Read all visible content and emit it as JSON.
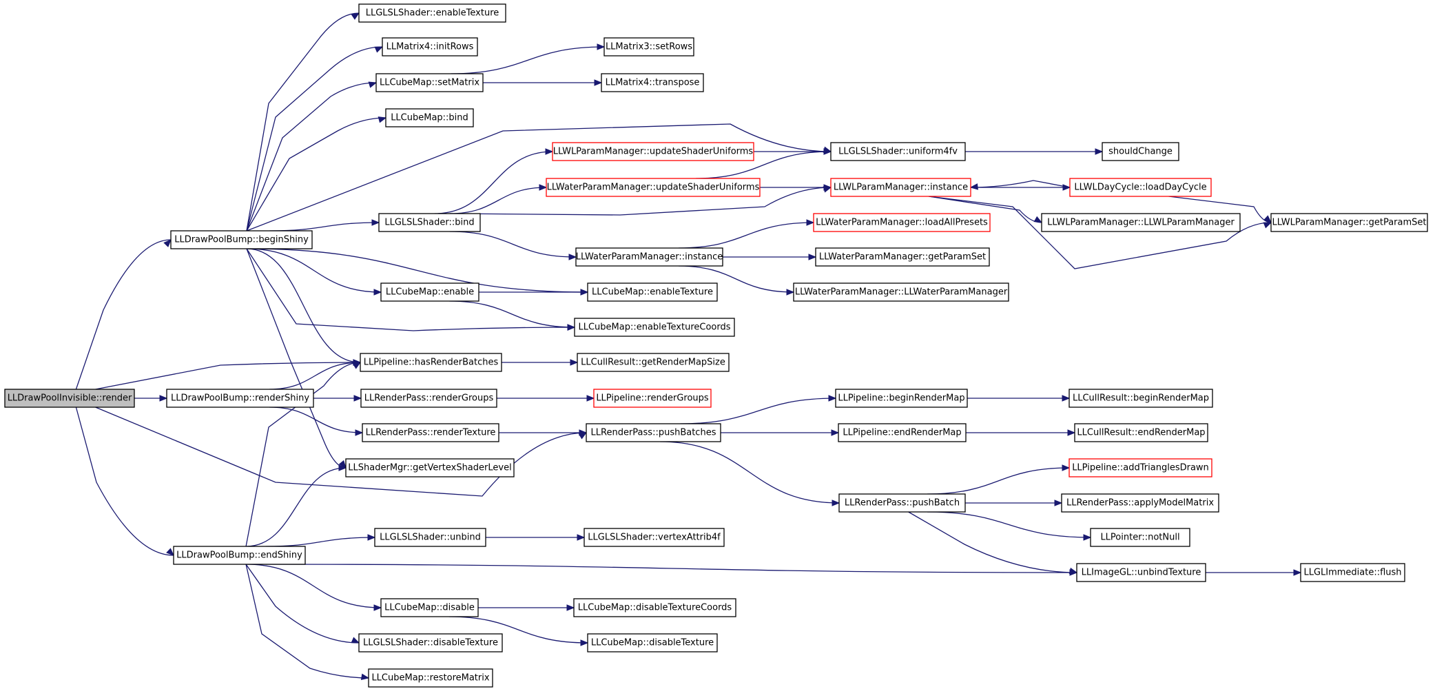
{
  "diagram": {
    "nodes": [
      {
        "id": "root",
        "label": "LLDrawPoolInvisible::render",
        "style": "root"
      },
      {
        "id": "beginShiny",
        "label": "LLDrawPoolBump::beginShiny"
      },
      {
        "id": "renderShiny",
        "label": "LLDrawPoolBump::renderShiny"
      },
      {
        "id": "endShiny",
        "label": "LLDrawPoolBump::endShiny"
      },
      {
        "id": "gl_enableTexture",
        "label": "LLGLSLShader::enableTexture"
      },
      {
        "id": "m4_initRows",
        "label": "LLMatrix4::initRows"
      },
      {
        "id": "cm_setMatrix",
        "label": "LLCubeMap::setMatrix"
      },
      {
        "id": "m3_setRows",
        "label": "LLMatrix3::setRows"
      },
      {
        "id": "m4_transpose",
        "label": "LLMatrix4::transpose"
      },
      {
        "id": "cm_bind",
        "label": "LLCubeMap::bind"
      },
      {
        "id": "wlpm_updateShaderUniforms",
        "label": "LLWLParamManager::updateShaderUniforms",
        "style": "red"
      },
      {
        "id": "gl_uniform4fv",
        "label": "LLGLSLShader::uniform4fv"
      },
      {
        "id": "shouldChange",
        "label": "shouldChange"
      },
      {
        "id": "wpm_updateShaderUniforms",
        "label": "LLWaterParamManager::updateShaderUniforms",
        "style": "red"
      },
      {
        "id": "wlpm_instance",
        "label": "LLWLParamManager::instance",
        "style": "red"
      },
      {
        "id": "wldc_loadDayCycle",
        "label": "LLWLDayCycle::loadDayCycle",
        "style": "red"
      },
      {
        "id": "gl_bind",
        "label": "LLGLSLShader::bind"
      },
      {
        "id": "wlpm_ctor",
        "label": "LLWLParamManager::LLWLParamManager"
      },
      {
        "id": "wlpm_getParamSet",
        "label": "LLWLParamManager::getParamSet"
      },
      {
        "id": "wpm_loadAllPresets",
        "label": "LLWaterParamManager::loadAllPresets",
        "style": "red"
      },
      {
        "id": "wpm_instance",
        "label": "LLWaterParamManager::instance"
      },
      {
        "id": "wpm_getParamSet",
        "label": "LLWaterParamManager::getParamSet"
      },
      {
        "id": "cm_enable",
        "label": "LLCubeMap::enable"
      },
      {
        "id": "cm_enableTexture",
        "label": "LLCubeMap::enableTexture"
      },
      {
        "id": "wpm_ctor",
        "label": "LLWaterParamManager::LLWaterParamManager"
      },
      {
        "id": "cm_enableTextureCoords",
        "label": "LLCubeMap::enableTextureCoords"
      },
      {
        "id": "pl_hasRenderBatches",
        "label": "LLPipeline::hasRenderBatches"
      },
      {
        "id": "cr_getRenderMapSize",
        "label": "LLCullResult::getRenderMapSize"
      },
      {
        "id": "rp_renderGroups",
        "label": "LLRenderPass::renderGroups"
      },
      {
        "id": "pl_renderGroups",
        "label": "LLPipeline::renderGroups",
        "style": "red"
      },
      {
        "id": "pl_beginRenderMap",
        "label": "LLPipeline::beginRenderMap"
      },
      {
        "id": "cr_beginRenderMap",
        "label": "LLCullResult::beginRenderMap"
      },
      {
        "id": "rp_renderTexture",
        "label": "LLRenderPass::renderTexture"
      },
      {
        "id": "rp_pushBatches",
        "label": "LLRenderPass::pushBatches"
      },
      {
        "id": "pl_endRenderMap",
        "label": "LLPipeline::endRenderMap"
      },
      {
        "id": "cr_endRenderMap",
        "label": "LLCullResult::endRenderMap"
      },
      {
        "id": "sm_getVertexShaderLevel",
        "label": "LLShaderMgr::getVertexShaderLevel"
      },
      {
        "id": "pl_addTrianglesDrawn",
        "label": "LLPipeline::addTrianglesDrawn",
        "style": "red"
      },
      {
        "id": "rp_pushBatch",
        "label": "LLRenderPass::pushBatch"
      },
      {
        "id": "rp_applyModelMatrix",
        "label": "LLRenderPass::applyModelMatrix"
      },
      {
        "id": "ptr_notNull",
        "label": "LLPointer::notNull"
      },
      {
        "id": "gl_unbind",
        "label": "LLGLSLShader::unbind"
      },
      {
        "id": "gl_vertexAttrib4f",
        "label": "LLGLSLShader::vertexAttrib4f"
      },
      {
        "id": "img_unbindTexture",
        "label": "LLImageGL::unbindTexture"
      },
      {
        "id": "imm_flush",
        "label": "LLGLImmediate::flush"
      },
      {
        "id": "cm_disable",
        "label": "LLCubeMap::disable"
      },
      {
        "id": "cm_disableTextureCoords",
        "label": "LLCubeMap::disableTextureCoords"
      },
      {
        "id": "gl_disableTexture",
        "label": "LLGLSLShader::disableTexture"
      },
      {
        "id": "cm_disableTexture",
        "label": "LLCubeMap::disableTexture"
      },
      {
        "id": "cm_restoreMatrix",
        "label": "LLCubeMap::restoreMatrix"
      }
    ],
    "edges": [
      {
        "from": "root",
        "to": "beginShiny"
      },
      {
        "from": "root",
        "to": "pl_hasRenderBatches"
      },
      {
        "from": "root",
        "to": "renderShiny"
      },
      {
        "from": "root",
        "to": "rp_pushBatches"
      },
      {
        "from": "root",
        "to": "endShiny"
      },
      {
        "from": "beginShiny",
        "to": "gl_enableTexture"
      },
      {
        "from": "beginShiny",
        "to": "m4_initRows"
      },
      {
        "from": "beginShiny",
        "to": "cm_setMatrix"
      },
      {
        "from": "beginShiny",
        "to": "cm_bind"
      },
      {
        "from": "beginShiny",
        "to": "gl_uniform4fv"
      },
      {
        "from": "beginShiny",
        "to": "gl_bind"
      },
      {
        "from": "beginShiny",
        "to": "cm_enable"
      },
      {
        "from": "beginShiny",
        "to": "cm_enableTexture"
      },
      {
        "from": "beginShiny",
        "to": "cm_enableTextureCoords"
      },
      {
        "from": "beginShiny",
        "to": "pl_hasRenderBatches"
      },
      {
        "from": "beginShiny",
        "to": "sm_getVertexShaderLevel"
      },
      {
        "from": "cm_setMatrix",
        "to": "m3_setRows"
      },
      {
        "from": "cm_setMatrix",
        "to": "m4_transpose"
      },
      {
        "from": "gl_bind",
        "to": "wlpm_updateShaderUniforms"
      },
      {
        "from": "gl_bind",
        "to": "wpm_updateShaderUniforms"
      },
      {
        "from": "gl_bind",
        "to": "wlpm_instance"
      },
      {
        "from": "gl_bind",
        "to": "wpm_instance"
      },
      {
        "from": "wlpm_updateShaderUniforms",
        "to": "gl_uniform4fv"
      },
      {
        "from": "wpm_updateShaderUniforms",
        "to": "gl_uniform4fv"
      },
      {
        "from": "wpm_updateShaderUniforms",
        "to": "wlpm_instance"
      },
      {
        "from": "gl_uniform4fv",
        "to": "shouldChange"
      },
      {
        "from": "wlpm_instance",
        "to": "wldc_loadDayCycle"
      },
      {
        "from": "wlpm_instance",
        "to": "wlpm_ctor"
      },
      {
        "from": "wlpm_instance",
        "to": "wlpm_getParamSet"
      },
      {
        "from": "wldc_loadDayCycle",
        "to": "wlpm_instance"
      },
      {
        "from": "wldc_loadDayCycle",
        "to": "wlpm_getParamSet"
      },
      {
        "from": "wpm_instance",
        "to": "wpm_loadAllPresets"
      },
      {
        "from": "wpm_instance",
        "to": "wpm_getParamSet"
      },
      {
        "from": "wpm_instance",
        "to": "wpm_ctor"
      },
      {
        "from": "cm_enable",
        "to": "cm_enableTexture"
      },
      {
        "from": "cm_enable",
        "to": "cm_enableTextureCoords"
      },
      {
        "from": "pl_hasRenderBatches",
        "to": "cr_getRenderMapSize"
      },
      {
        "from": "renderShiny",
        "to": "pl_hasRenderBatches"
      },
      {
        "from": "renderShiny",
        "to": "rp_renderGroups"
      },
      {
        "from": "renderShiny",
        "to": "rp_renderTexture"
      },
      {
        "from": "rp_renderGroups",
        "to": "pl_renderGroups"
      },
      {
        "from": "rp_renderTexture",
        "to": "rp_pushBatches"
      },
      {
        "from": "rp_pushBatches",
        "to": "pl_beginRenderMap"
      },
      {
        "from": "rp_pushBatches",
        "to": "pl_endRenderMap"
      },
      {
        "from": "rp_pushBatches",
        "to": "rp_pushBatch"
      },
      {
        "from": "pl_beginRenderMap",
        "to": "cr_beginRenderMap"
      },
      {
        "from": "pl_endRenderMap",
        "to": "cr_endRenderMap"
      },
      {
        "from": "rp_pushBatch",
        "to": "pl_addTrianglesDrawn"
      },
      {
        "from": "rp_pushBatch",
        "to": "rp_applyModelMatrix"
      },
      {
        "from": "rp_pushBatch",
        "to": "ptr_notNull"
      },
      {
        "from": "rp_pushBatch",
        "to": "img_unbindTexture"
      },
      {
        "from": "endShiny",
        "to": "pl_hasRenderBatches"
      },
      {
        "from": "endShiny",
        "to": "sm_getVertexShaderLevel"
      },
      {
        "from": "endShiny",
        "to": "gl_unbind"
      },
      {
        "from": "endShiny",
        "to": "img_unbindTexture"
      },
      {
        "from": "endShiny",
        "to": "cm_disable"
      },
      {
        "from": "endShiny",
        "to": "gl_disableTexture"
      },
      {
        "from": "endShiny",
        "to": "cm_restoreMatrix"
      },
      {
        "from": "gl_unbind",
        "to": "gl_vertexAttrib4f"
      },
      {
        "from": "img_unbindTexture",
        "to": "imm_flush"
      },
      {
        "from": "cm_disable",
        "to": "cm_disableTextureCoords"
      },
      {
        "from": "cm_disable",
        "to": "cm_disableTexture"
      }
    ]
  },
  "colors": {
    "edge": "#191970",
    "node_border": "#000000",
    "highlight_border": "#ff0000",
    "root_fill": "#bfbfbf",
    "background": "#ffffff"
  }
}
